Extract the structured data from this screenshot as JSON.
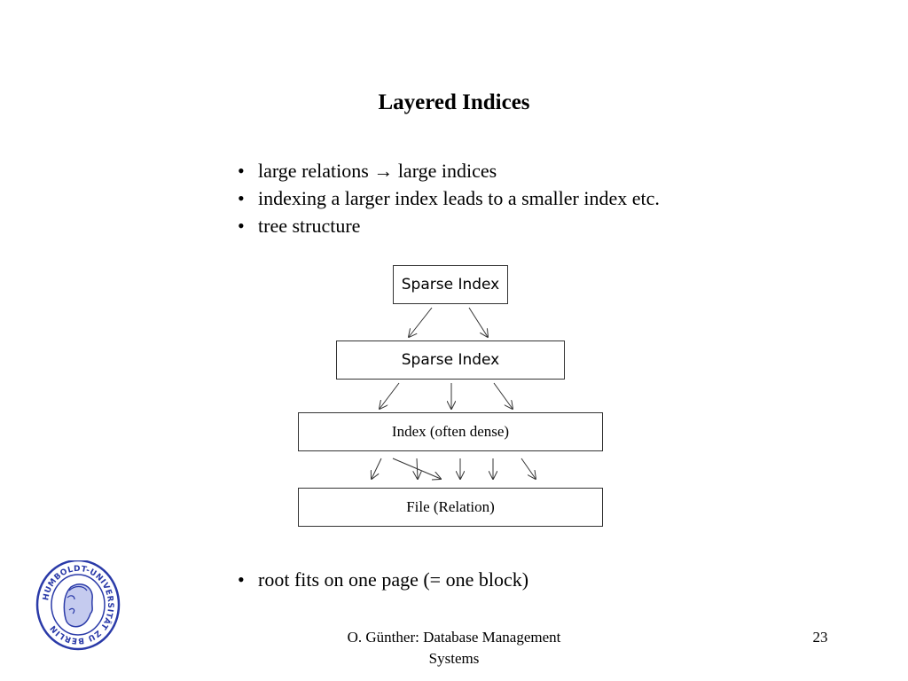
{
  "slide": {
    "title": "Layered Indices",
    "bullets": [
      "large relations → large indices",
      "indexing a larger index leads to a smaller index etc.",
      "tree structure"
    ],
    "bottom_bullet": "root fits on one page (= one block)"
  },
  "diagram": {
    "levels": [
      {
        "label": "Sparse Index"
      },
      {
        "label": "Sparse Index"
      },
      {
        "label": "Index (often dense)"
      },
      {
        "label": "File (Relation)"
      }
    ]
  },
  "footer": {
    "line1": "O. Günther: Database Management",
    "line2": "Systems",
    "page_number": "23"
  },
  "logo": {
    "icon": "university-seal-icon",
    "text": "HUMBOLDT-UNIVERSITÄT ZU BERLIN",
    "color": "#2a3aa8"
  }
}
